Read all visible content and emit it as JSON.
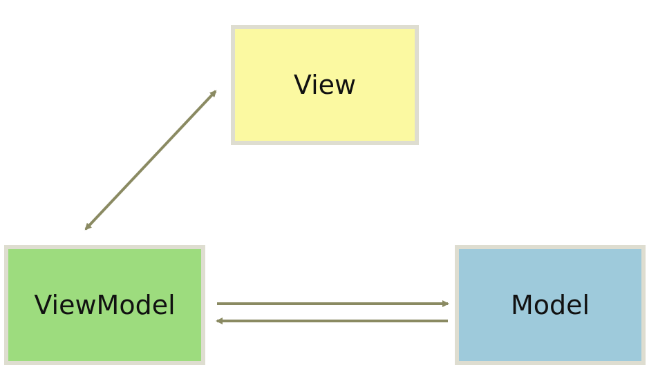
{
  "nodes": {
    "view": {
      "label": "View",
      "fill": "#fbf9a1"
    },
    "viewmodel": {
      "label": "ViewModel",
      "fill": "#9ddc7e"
    },
    "model": {
      "label": "Model",
      "fill": "#9ecadb"
    }
  },
  "edges": [
    {
      "from": "viewmodel",
      "to": "view",
      "direction": "both"
    },
    {
      "from": "viewmodel",
      "to": "model",
      "direction": "forward"
    },
    {
      "from": "model",
      "to": "viewmodel",
      "direction": "forward"
    }
  ],
  "colors": {
    "arrow": "#8a8a62",
    "box_border": "#deddd0",
    "background": "#ffffff"
  }
}
